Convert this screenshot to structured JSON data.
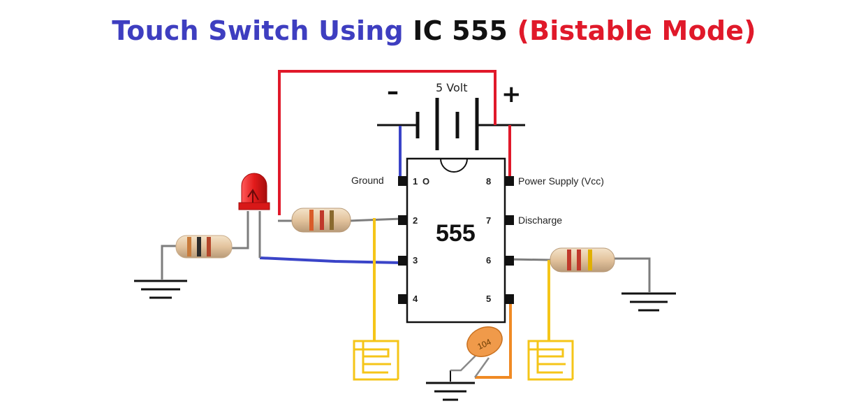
{
  "title": {
    "part_a": "Touch Switch Using ",
    "part_b": "IC 555 ",
    "part_c": "(Bistable Mode)"
  },
  "battery": {
    "voltage_label": "5 Volt",
    "minus_sign": "–",
    "plus_sign": "+"
  },
  "ic": {
    "label": "555",
    "notch_mark": "O",
    "pins": [
      {
        "num": "1",
        "label": "Ground"
      },
      {
        "num": "2",
        "label": ""
      },
      {
        "num": "3",
        "label": ""
      },
      {
        "num": "4",
        "label": ""
      },
      {
        "num": "5",
        "label": ""
      },
      {
        "num": "6",
        "label": ""
      },
      {
        "num": "7",
        "label": "Discharge"
      },
      {
        "num": "8",
        "label": "Power Supply (Vcc)"
      }
    ]
  },
  "capacitor": {
    "label": "104"
  },
  "colors": {
    "title_blue": "#3e3ec0",
    "title_black": "#111111",
    "title_red": "#e0192a",
    "wire_red": "#e0192a",
    "wire_blue": "#3a44c8",
    "wire_yellow": "#f5c518",
    "wire_orange": "#f08a24",
    "resistor_body": "#e9cfae",
    "led_red": "#e21b1b",
    "capacitor_orange": "#f09a4a"
  },
  "icons": [
    "battery-symbol",
    "ground-symbol",
    "led",
    "resistor",
    "ceramic-capacitor",
    "touch-plate"
  ]
}
